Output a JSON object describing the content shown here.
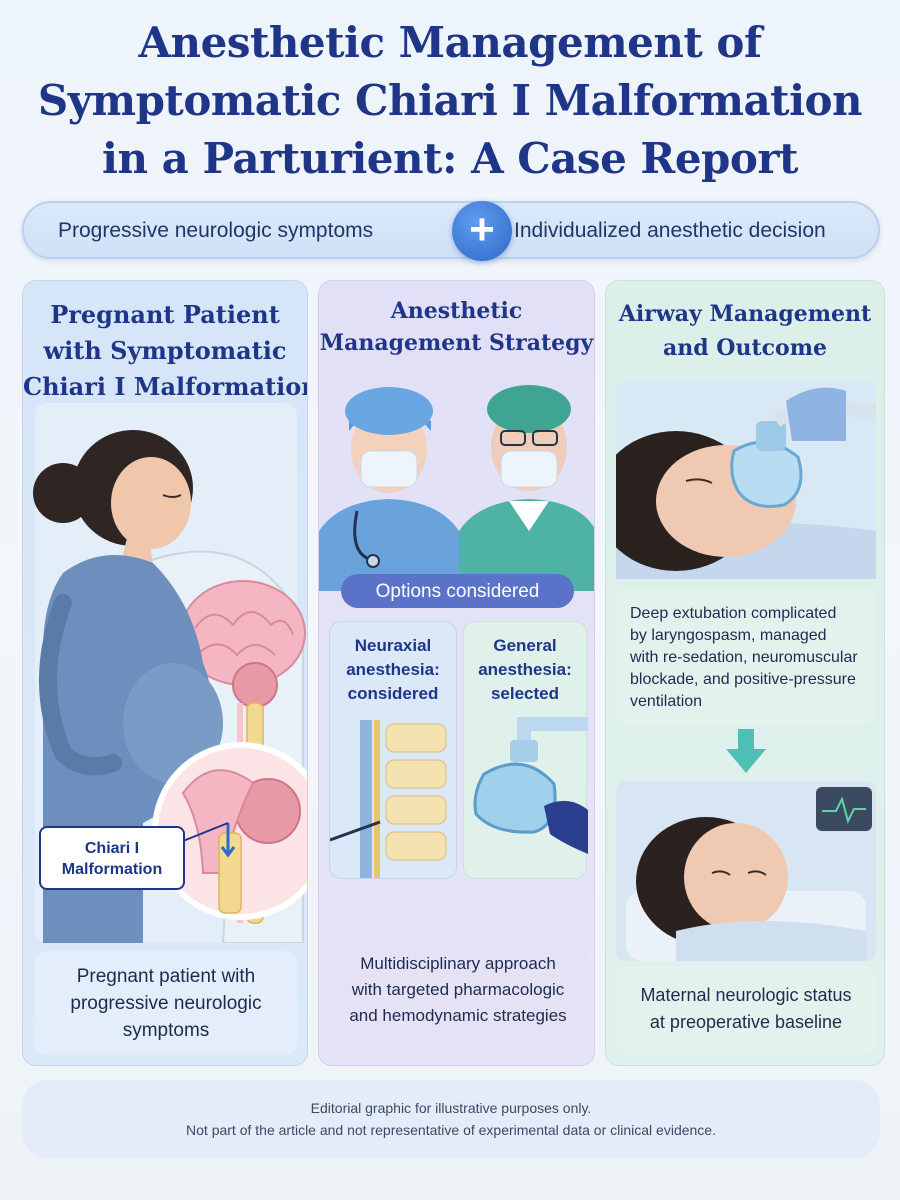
{
  "title": {
    "line1": "Anesthetic Management of",
    "line2": "Symptomatic Chiari I Malformation",
    "line3": "in a Parturient: A Case Report"
  },
  "banner": {
    "left": "Progressive neurologic symptoms",
    "plus": "+",
    "right": "Individualized anesthetic decision"
  },
  "panel1": {
    "title_lines": [
      "Pregnant Patient",
      "with Symptomatic",
      "Chiari I Malformation"
    ],
    "callout_lines": [
      "Chiari I",
      "Malformation"
    ],
    "caption_lines": [
      "Pregnant patient with",
      "progressive neurologic",
      "symptoms"
    ]
  },
  "panel2": {
    "title_lines": [
      "Anesthetic",
      "Management Strategy"
    ],
    "options_label": "Options considered",
    "option_left_lines": [
      "Neuraxial",
      "anesthesia:",
      "considered"
    ],
    "option_right_lines": [
      "General",
      "anesthesia:",
      "selected"
    ],
    "caption_lines": [
      "Multidisciplinary approach",
      "with targeted pharmacologic",
      "and hemodynamic strategies"
    ]
  },
  "panel3": {
    "title_lines": [
      "Airway Management",
      "and Outcome"
    ],
    "note_lines": [
      "Deep extubation complicated",
      "by laryngospasm, managed",
      "with re-sedation, neuromuscular",
      "blockade, and positive-pressure",
      "ventilation"
    ],
    "caption_lines": [
      "Maternal neurologic status",
      "at preoperative baseline"
    ]
  },
  "footer": {
    "line1": "Editorial graphic for illustrative purposes only.",
    "line2": "Not part of the article and not representative of experimental data or clinical evidence."
  },
  "icons": {
    "banner_plus": "plus-icon",
    "arrow": "arrow-down-icon"
  },
  "colors": {
    "title": "#1f3588",
    "accent_blue": "#2f68c8",
    "teal_arrow": "#4fc0b6",
    "panel1_bg": "#d5e6f8",
    "panel2_bg": "#e2e0f6",
    "panel3_bg": "#dcefe9"
  }
}
